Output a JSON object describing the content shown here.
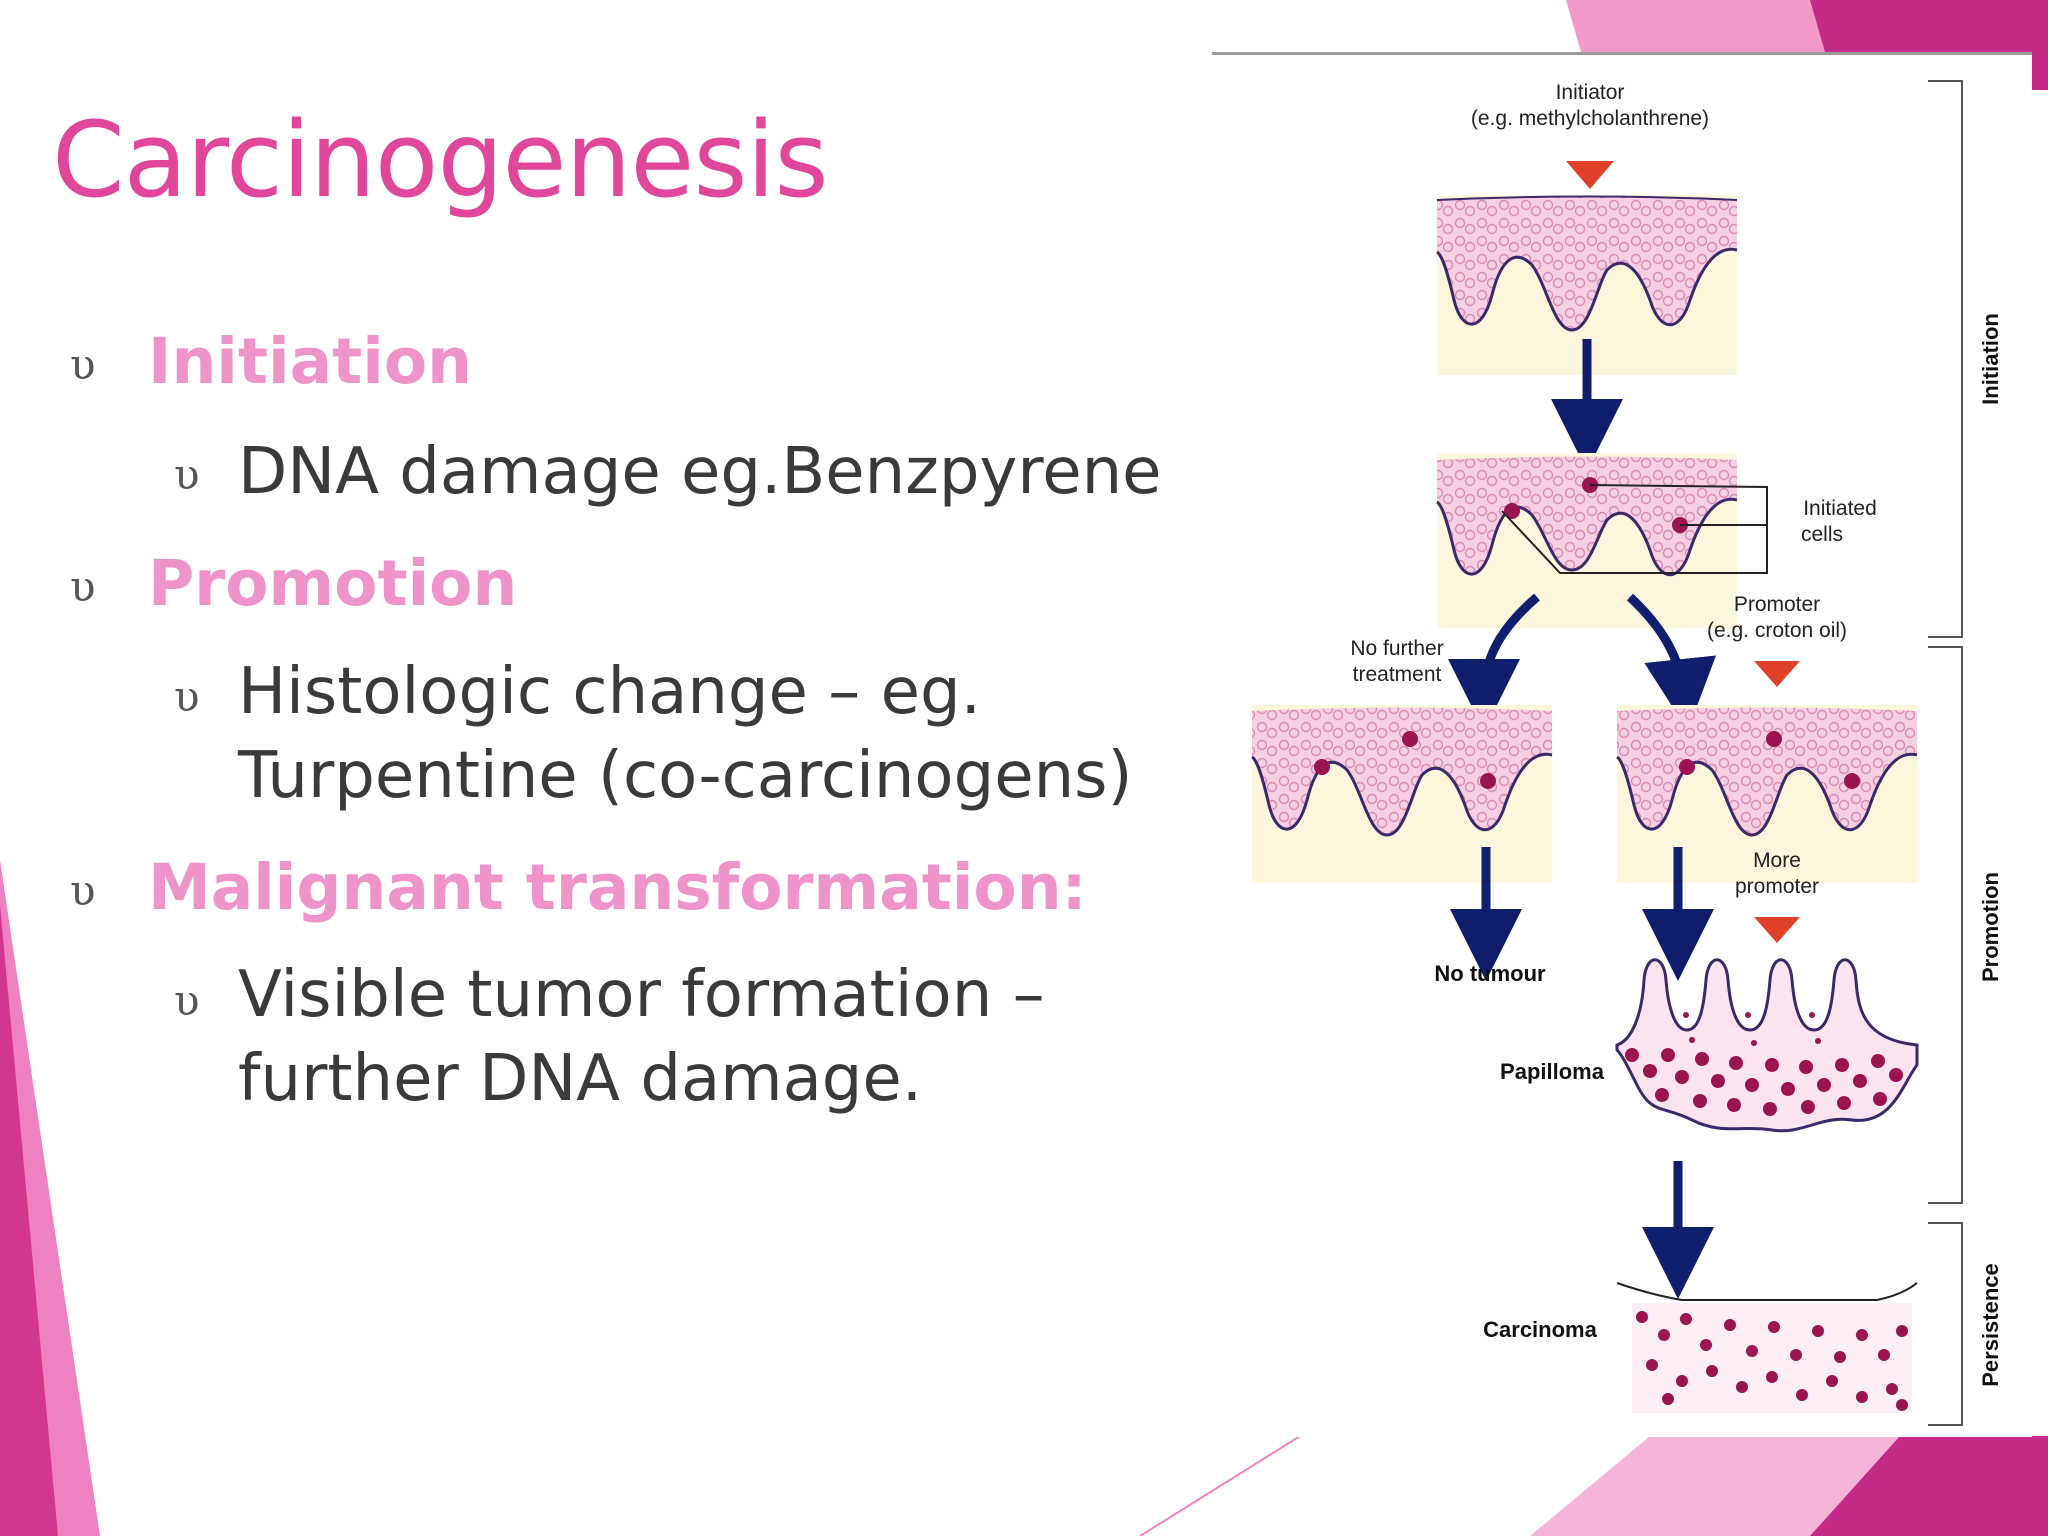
{
  "title": "Carcinogenesis",
  "bullets": [
    {
      "marker": "υ",
      "text": "Initiation",
      "sub": [
        {
          "marker": "υ",
          "lines": [
            "DNA damage eg.Benzpyrene"
          ]
        }
      ]
    },
    {
      "marker": "υ",
      "text": "Promotion",
      "sub": [
        {
          "marker": "υ",
          "lines": [
            "Histologic change – eg.",
            "Turpentine (co-carcinogens)"
          ]
        }
      ]
    },
    {
      "marker": "υ",
      "text": "Malignant transformation:",
      "sub": [
        {
          "marker": "υ",
          "lines": [
            "Visible tumor formation –",
            "further DNA damage."
          ]
        }
      ]
    }
  ],
  "figure": {
    "initiator_line1": "Initiator",
    "initiator_line2": "(e.g. methylcholanthrene)",
    "initiated_cells_line1": "Initiated",
    "initiated_cells_line2": "cells",
    "no_further_line1": "No further",
    "no_further_line2": "treatment",
    "promoter_line1": "Promoter",
    "promoter_line2": "(e.g. croton oil)",
    "more_promoter_line1": "More",
    "more_promoter_line2": "promoter",
    "no_tumour": "No tumour",
    "papilloma": "Papilloma",
    "carcinoma": "Carcinoma",
    "phase_initiation": "Initiation",
    "phase_promotion": "Promotion",
    "phase_persistence": "Persistence"
  },
  "colors": {
    "title": "#e0479b",
    "level1_text": "#ee94c8",
    "body_text": "#3a3a3a",
    "accent_magenta": "#c42a86",
    "accent_pink": "#ee82c0",
    "arrow_navy": "#0f1f6e",
    "arrow_red": "#e0402a",
    "cell_dot": "#9a1550"
  }
}
